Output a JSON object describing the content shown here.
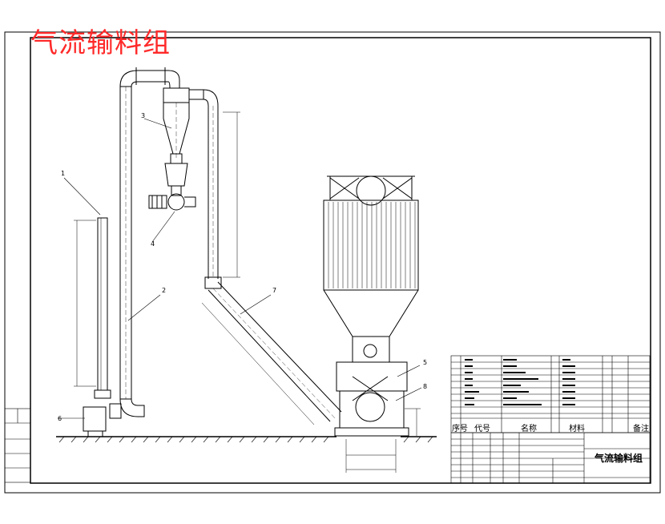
{
  "drawing": {
    "stamp_title": "气流输料组",
    "title_block_title": "气流输料组",
    "parts_header": {
      "seq": "序号",
      "code": "代号",
      "name": "名称",
      "qty": "",
      "material": "材料",
      "weight": "",
      "remark": "备注"
    },
    "callouts": [
      "1",
      "2",
      "3",
      "4",
      "5",
      "6",
      "7",
      "8"
    ],
    "colors": {
      "ink": "#000000",
      "stamp": "#ff2a2a"
    }
  }
}
